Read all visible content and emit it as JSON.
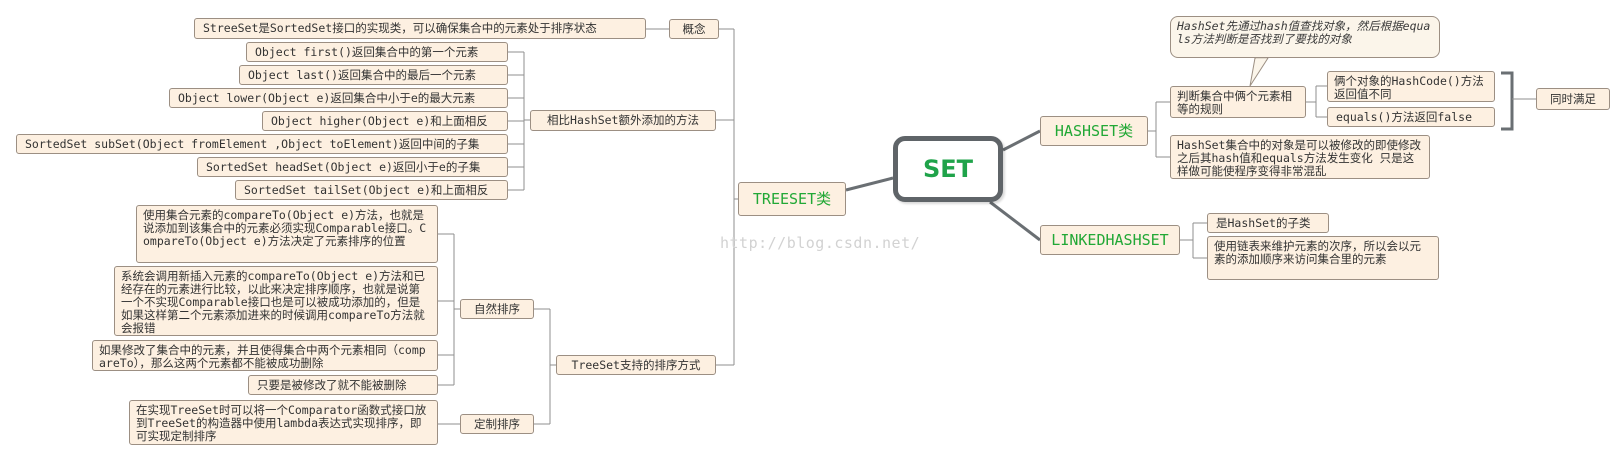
{
  "root": {
    "title": "SET"
  },
  "watermark": "http://blog.csdn.net/",
  "treeset": {
    "title": "TREESET类",
    "concept": {
      "label": "概念",
      "text": "StreeSet是SortedSet接口的实现类，可以确保集合中的元素处于排序状态"
    },
    "methods": {
      "label": "相比HashSet额外添加的方法",
      "items": [
        "Object first()返回集合中的第一个元素",
        "Object last()返回集合中的最后一个元素",
        "Object lower(Object e)返回集合中小于e的最大元素",
        "Object higher(Object e)和上面相反",
        "SortedSet subSet(Object fromElement ,Object toElement)返回中间的子集",
        "SortedSet headSet(Object e)返回小于e的子集",
        "SortedSet tailSet(Object e)和上面相反"
      ]
    },
    "sorting": {
      "label": "TreeSet支持的排序方式",
      "natural": {
        "label": "自然排序",
        "items": [
          "使用集合元素的compareTo(Object e)方法，也就是说添加到该集合中的元素必须实现Comparable接口。CompareTo(Object e)方法决定了元素排序的位置",
          "系统会调用新插入元素的compareTo(Object e)方法和已经存在的元素进行比较，以此来决定排序顺序，也就是说第一个不实现Comparable接口也是可以被成功添加的，但是如果这样第二个元素添加进来的时候调用compareTo方法就会报错",
          "如果修改了集合中的元素，并且使得集合中两个元素相同（compareTo），那么这两个元素都不能被成功删除",
          "只要是被修改了就不能被删除"
        ]
      },
      "custom": {
        "label": "定制排序",
        "text": "在实现TreeSet时可以将一个Comparator函数式接口放到TreeSet的构造器中使用lambda表达式实现排序，即可实现定制排序"
      }
    }
  },
  "hashset": {
    "title": "HASHSET类",
    "callout": "HashSet先通过hash值查找对象，然后根据equals方法判断是否找到了要找的对象",
    "equality": {
      "label": "判断集合中俩个元素相等的规则",
      "items": [
        "俩个对象的HashCode()方法返回值不同",
        "equals()方法返回false"
      ],
      "both": "同时满足"
    },
    "mutable": "HashSet集合中的对象是可以被修改的即使修改之后其hash值和equals方法发生变化 只是这样做可能使程序变得非常混乱"
  },
  "linkedhashset": {
    "title": "LINKEDHASHSET",
    "items": [
      "是HashSet的子类",
      "使用链表来维护元素的次序，所以会以元素的添加顺序来访问集合里的元素"
    ]
  }
}
